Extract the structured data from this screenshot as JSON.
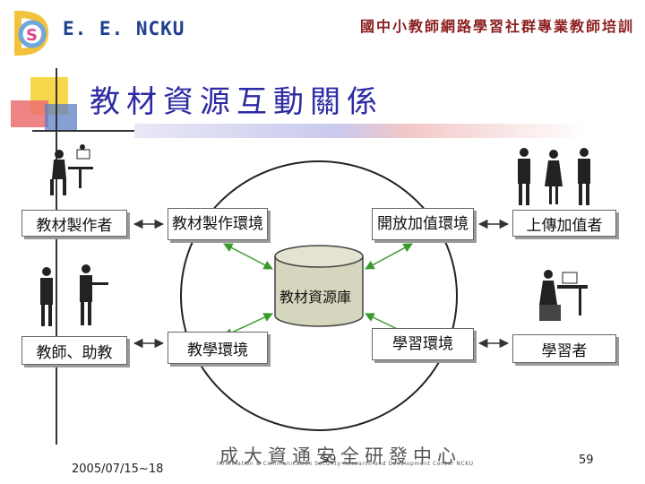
{
  "header": {
    "logo_text": "E. E. NCKU",
    "title": "國中小教師網路學習社群專業教師培訓"
  },
  "slide": {
    "title": "教材資源互動關係"
  },
  "diagram": {
    "roles": {
      "creator": "教材製作者",
      "uploader": "上傳加值者",
      "teacher": "教師、助教",
      "learner": "學習者"
    },
    "environments": {
      "creation": "教材製作環境",
      "value_added": "開放加值環境",
      "teaching": "教學環境",
      "learning": "學習環境"
    },
    "repository": "教材資源庫"
  },
  "footer": {
    "date": "2005/07/15~18",
    "center_number": "59",
    "page_number": "59",
    "org_name": "成大資通安全研發中心",
    "org_name_en": "Information & Communication Security Research and Development Center NCKU"
  },
  "colors": {
    "title_blue": "#2d2aa3",
    "header_red": "#8c1f1f",
    "arrow_green": "#3a9a2c",
    "cylinder_fill": "#d6d6bf"
  }
}
